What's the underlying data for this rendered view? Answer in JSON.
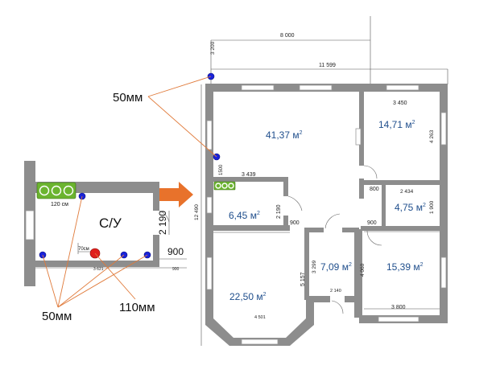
{
  "floorplan": {
    "dims": {
      "top_overall": "8 000",
      "top_left_vertical": "3 200",
      "overall_width": "11 599",
      "bedroom1_width": "3 450",
      "living_inner_width": "3 439",
      "left_overall_height": "12 490",
      "bedroom1_height": "4 263",
      "bath_height": "2 190",
      "bath_right_door": "900",
      "hall_door": "900",
      "corridor_door": "900",
      "closet_width": "2 434",
      "closet_height": "1 900",
      "small_door": "800",
      "center_room_height": "3 299",
      "center_room_depth": "4 060",
      "center_room_width": "2 140",
      "bedroom2_width": "3 800",
      "bay_height": "5 157",
      "bay_width": "4 501",
      "wall_1500": "1500"
    },
    "rooms": {
      "living": "41,37 м",
      "bedroom1": "14,71 м",
      "bath": "6,45 м",
      "closet": "4,75 м",
      "center": "7,09 м",
      "bedroom2": "15,39 м",
      "bay_room": "22,50 м",
      "sup": "2"
    },
    "callouts": {
      "pipe_50_top": "50мм",
      "pipe_50_bottom": "50мм",
      "pipe_110": "110мм"
    }
  },
  "detail": {
    "title": "С/У",
    "fixture_width": "120 см",
    "offset": "70см",
    "height": "2 190",
    "door": "900",
    "bottom_dim": "3 621",
    "bottom_door": "900"
  },
  "colors": {
    "arrow": "#e8722b",
    "pipe_50": "#1a23d9",
    "pipe_110": "#e0201c",
    "fixture": "#6bb42f",
    "area_text": "#1f4e8c"
  }
}
